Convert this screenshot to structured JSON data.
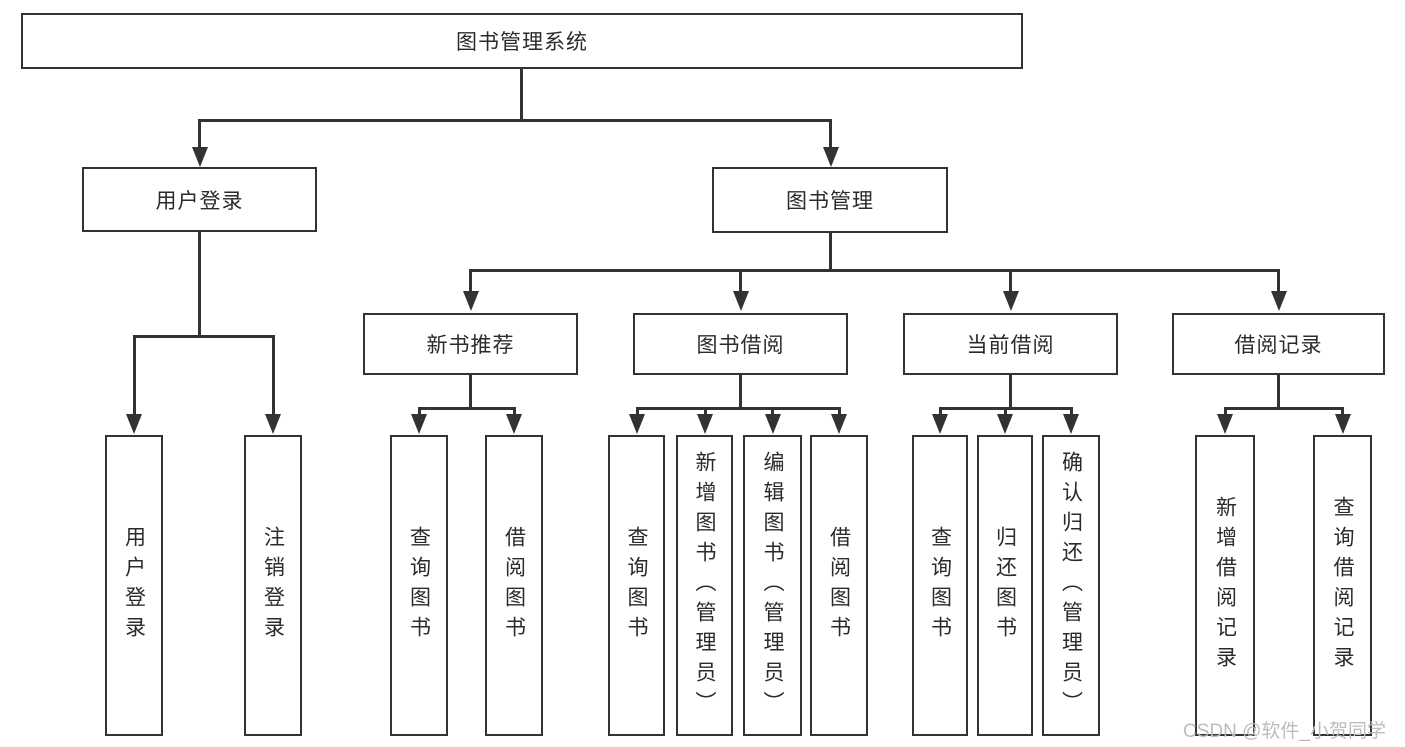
{
  "tree": {
    "root": {
      "label": "图书管理系统"
    },
    "branches": [
      {
        "label": "用户登录",
        "children": [
          "用户登录",
          "注销登录"
        ]
      },
      {
        "label": "图书管理",
        "sections": [
          {
            "label": "新书推荐",
            "children": [
              "查询图书",
              "借阅图书"
            ]
          },
          {
            "label": "图书借阅",
            "children": [
              "查询图书",
              "新增图书（管理员）",
              "编辑图书（管理员）",
              "借阅图书"
            ]
          },
          {
            "label": "当前借阅",
            "children": [
              "查询图书",
              "归还图书",
              "确认归还（管理员）"
            ]
          },
          {
            "label": "借阅记录",
            "children": [
              "新增借阅记录",
              "查询借阅记录"
            ]
          }
        ]
      }
    ]
  },
  "colors": {
    "line": "#333333",
    "text": "#2b2b2b",
    "background": "#ffffff",
    "watermark": "#bcbcbc"
  },
  "watermark": {
    "text": "CSDN @软件_小贺同学"
  }
}
